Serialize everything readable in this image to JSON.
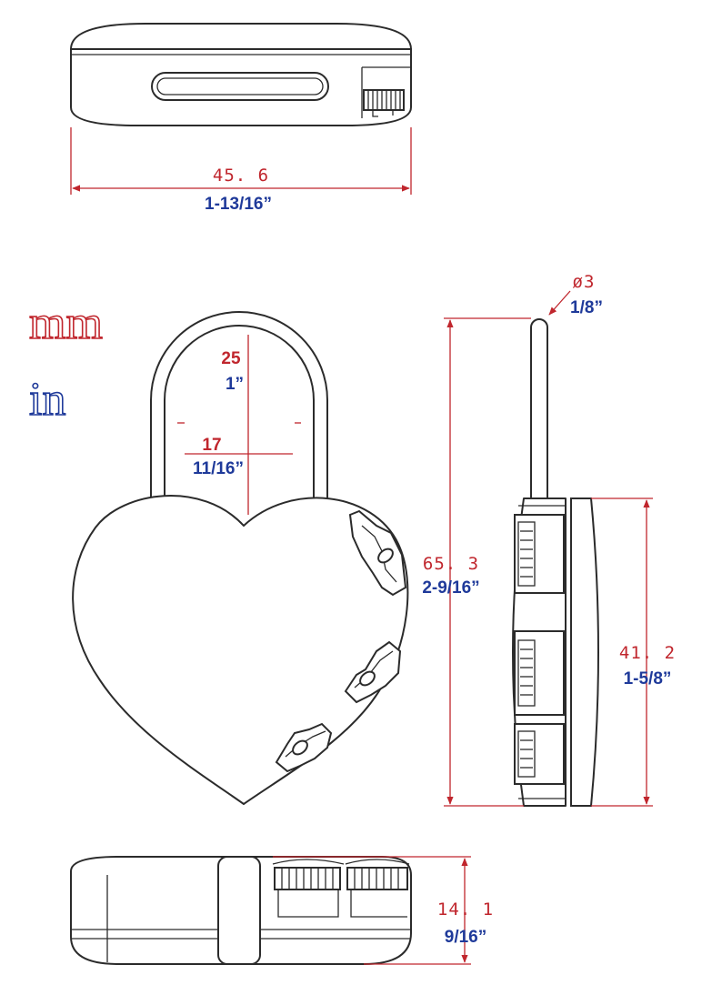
{
  "legend": {
    "mm_label": "mm",
    "in_label": "in"
  },
  "dimensions": {
    "width": {
      "mm": "45. 6",
      "inch": "1-13/16”"
    },
    "shackle_height": {
      "mm": "25",
      "inch": "1”"
    },
    "shackle_width": {
      "mm": "17",
      "inch": "11/16”"
    },
    "shackle_diameter": {
      "mm": "ø3",
      "inch": "1/8”"
    },
    "total_height": {
      "mm": "65. 3",
      "inch": "2-9/16”"
    },
    "body_height": {
      "mm": "41. 2",
      "inch": "1-5/8”"
    },
    "thickness": {
      "mm": "14. 1",
      "inch": "9/16”"
    }
  },
  "colors": {
    "mm": "#c0262d",
    "inch": "#1f3a9a",
    "outline": "#2b2b2b"
  }
}
